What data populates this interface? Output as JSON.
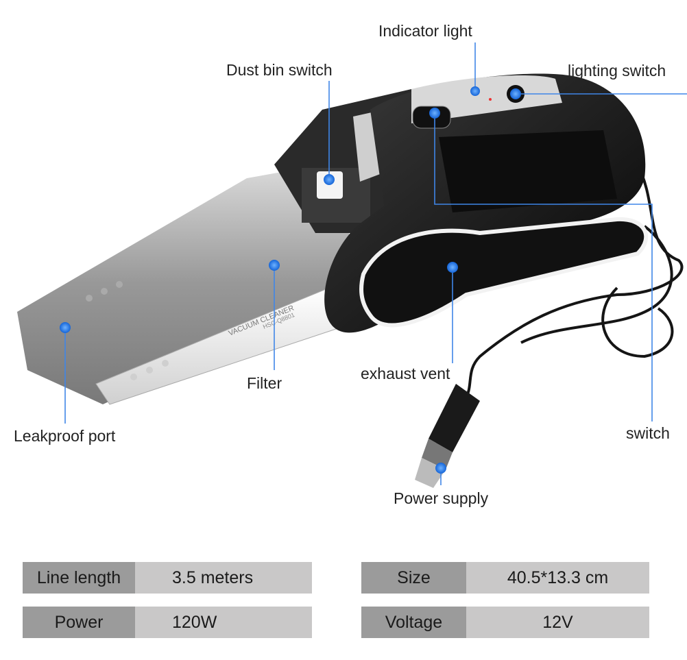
{
  "product": {
    "label_line1": "VACUUM CLEANER",
    "label_line2": "HSC-Q8801"
  },
  "callouts": {
    "indicator_light": "Indicator light",
    "dust_bin_switch": "Dust bin switch",
    "lighting_switch": "lighting switch",
    "switch": "switch",
    "exhaust_vent": "exhaust vent",
    "filter": "Filter",
    "leakproof_port": "Leakproof port",
    "power_supply": "Power supply"
  },
  "specs": [
    {
      "label": "Line length",
      "value": "3.5 meters"
    },
    {
      "label": "Size",
      "value": "40.5*13.3 cm"
    },
    {
      "label": "Power",
      "value": "120W"
    },
    {
      "label": "Voltage",
      "value": "12V"
    }
  ],
  "colors": {
    "callout": "#1e73e8",
    "spec_label_bg": "#9b9b9b",
    "spec_value_bg": "#c9c8c8"
  }
}
